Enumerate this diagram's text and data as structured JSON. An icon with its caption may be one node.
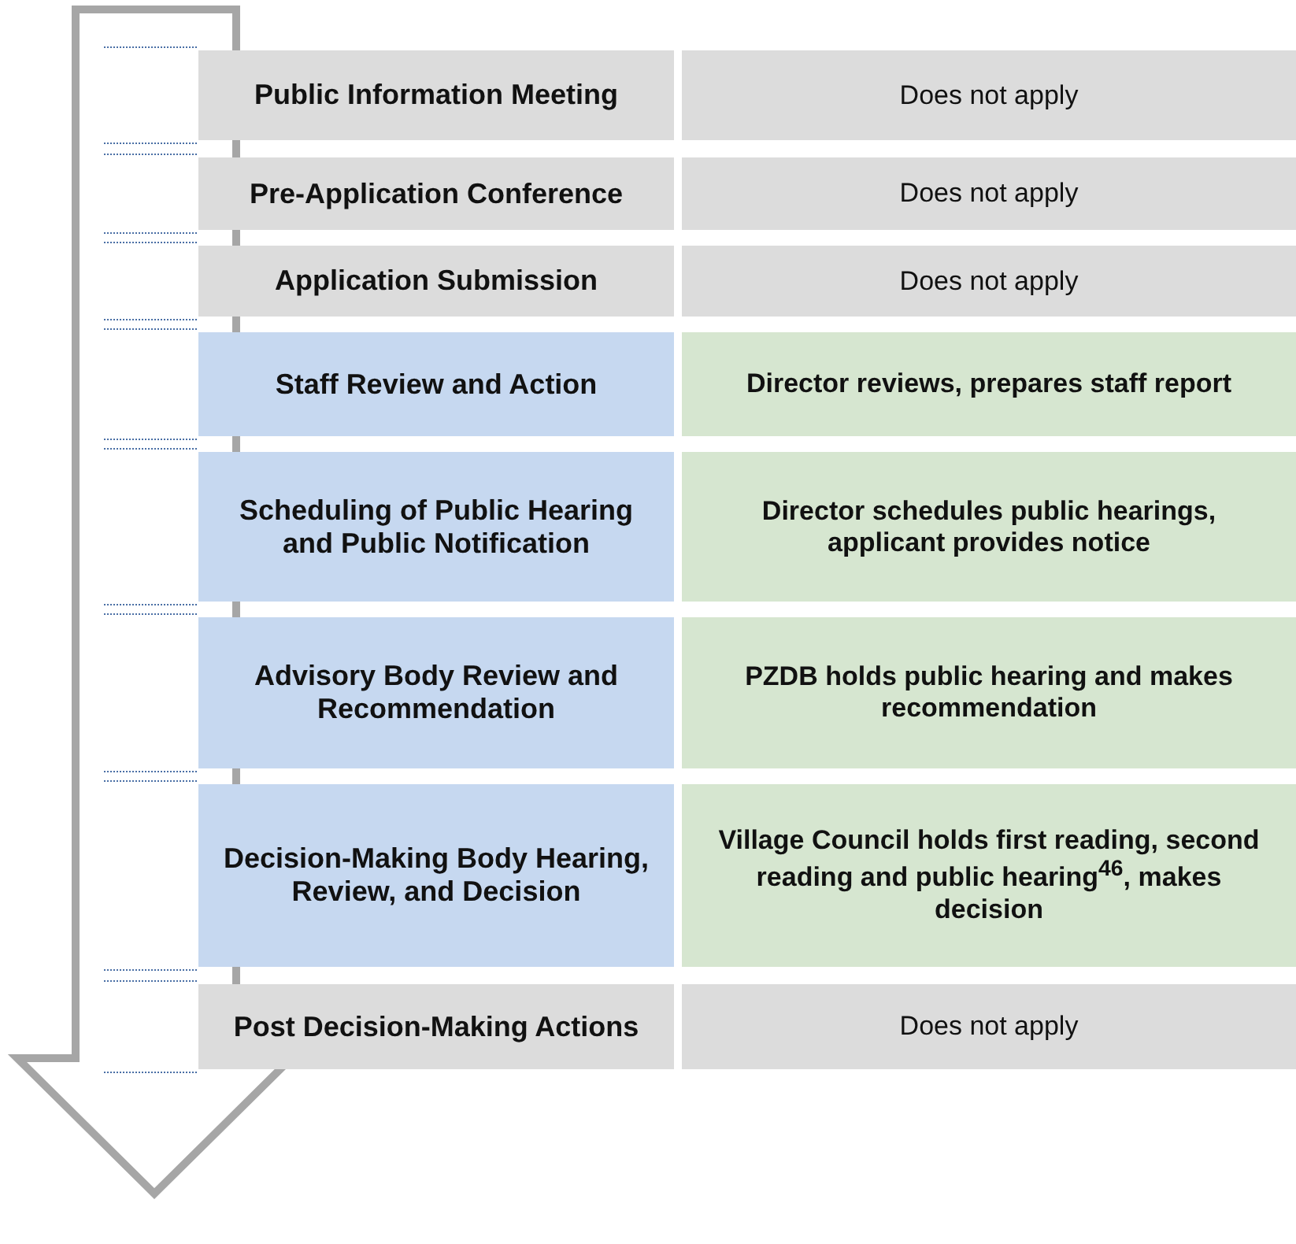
{
  "diagram": {
    "nodes": [
      {
        "text": [
          "Public Information Meeting"
        ]
      },
      {
        "text": [
          "Does not apply"
        ]
      },
      {
        "text": [
          "Pre-Application Conference"
        ]
      },
      {
        "text": [
          "Does not apply"
        ]
      },
      {
        "text": [
          "Application Submission"
        ]
      },
      {
        "text": [
          "Does not apply"
        ]
      },
      {
        "text": [
          "Staff Review and Action"
        ]
      },
      {
        "text": [
          "Director reviews, prepares staff report"
        ]
      },
      {
        "text": [
          "Scheduling of Public Hearing and Public Notification"
        ]
      },
      {
        "text": [
          "Director schedules public hearings, applicant provides notice"
        ]
      },
      {
        "text": [
          "Advisory Body Review and Recommendation"
        ]
      },
      {
        "text": [
          "PZDB holds public hearing and makes recommendation"
        ]
      },
      {
        "text": [
          "Decision-Making Body Hearing, Review, and Decision"
        ]
      },
      {
        "text": [
          "Village Council holds first reading, second reading and public hearing$^{46}$, makes decision"
        ]
      },
      {
        "text": [
          "Post Decision-Making Actions"
        ]
      },
      {
        "text": [
          "Does not apply"
        ]
      }
    ],
    "edges": []
  }
}
